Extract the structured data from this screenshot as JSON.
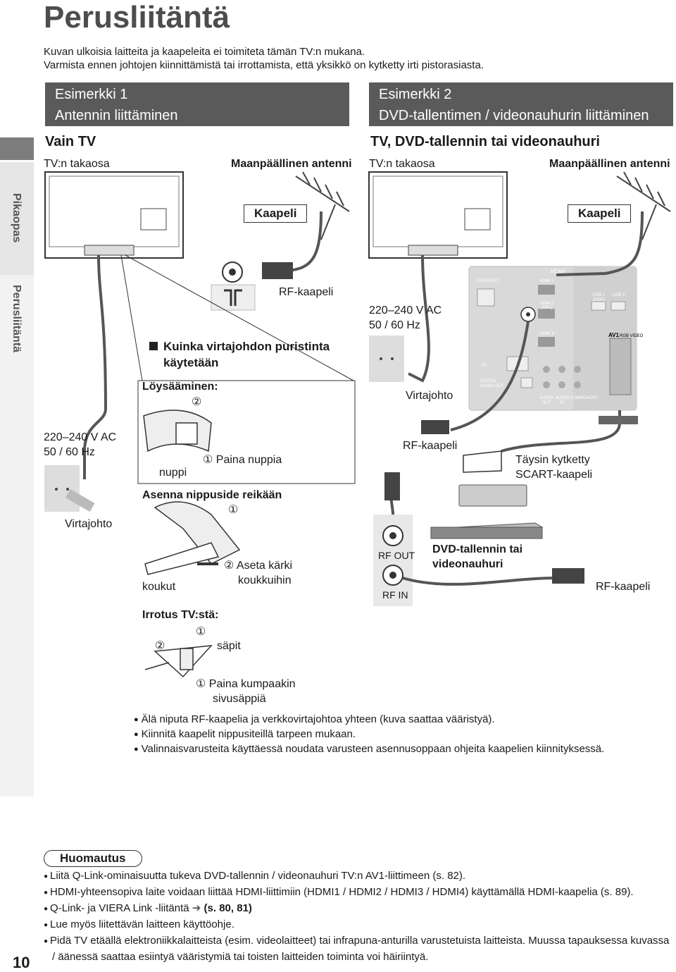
{
  "page": {
    "title": "Perusliitäntä",
    "intro_line1": "Kuvan ulkoisia laitteita ja kaapeleita ei toimiteta tämän TV:n mukana.",
    "intro_line2": "Varmista ennen johtojen kiinnittämistä tai irrottamista, että yksikkö on kytketty irti pistorasiasta.",
    "page_number": "10"
  },
  "sidebar": {
    "tab_pikaopas": "Pikaopas",
    "tab_perusliitanta": "Perusliitäntä"
  },
  "example1": {
    "title_line1": "Esimerkki 1",
    "title_line2": "Antennin liittäminen",
    "subhead": "Vain TV",
    "tv_back": "TV:n takaosa",
    "antenna": "Maanpäällinen antenni",
    "cable_box": "Kaapeli",
    "rf_cable": "RF-kaapeli",
    "voltage_line1": "220–240 V AC",
    "voltage_line2": "50 / 60 Hz",
    "power_cord": "Virtajohto"
  },
  "example2": {
    "title_line1": "Esimerkki 2",
    "title_line2": "DVD-tallentimen / videonauhurin liittäminen",
    "subhead": "TV, DVD-tallennin tai videonauhuri",
    "tv_back": "TV:n takaosa",
    "antenna": "Maanpäällinen antenni",
    "cable_box": "Kaapeli",
    "voltage_line1": "220–240 V AC",
    "voltage_line2": "50 / 60 Hz",
    "power_cord": "Virtajohto",
    "rf_cable_top": "RF-kaapeli",
    "scart_line1": "Täysin kytketty",
    "scart_line2": "SCART-kaapeli",
    "rf_out": "RF OUT",
    "rf_in": "RF IN",
    "dvd_line1": "DVD-tallennin tai",
    "dvd_line2": "videonauhuri",
    "rf_cable_bottom": "RF-kaapeli",
    "panel": {
      "hdmi": "HDMI",
      "ethernet": "ETHERNET",
      "hdmi1": "HDMI 1",
      "hdmi2": "HDMI 2",
      "arc": "(ARC)",
      "hdmi3": "HDMI 3",
      "usb1": "USB 1",
      "hdd": "(HDD)",
      "usb2": "USB 2",
      "av1": "AV1",
      "rgb_video": "RGB VIDEO",
      "pc": "PC",
      "digital_audio_line1": "DIGITAL",
      "digital_audio_line2": "AUDIO OUT",
      "audio_out_line1": "AUDIO",
      "audio_out_line2": "OUT",
      "audio_in_line1": "AUDIO",
      "audio_in_line2": "IN",
      "component": "COMPONENT"
    }
  },
  "clamp": {
    "heading_line1": "Kuinka virtajohdon puristinta",
    "heading_line2": "käytetään",
    "release": "Löysääminen:",
    "step2": "②",
    "step1": "①",
    "press_knob": "Paina nuppia",
    "knob": "nuppi",
    "install": "Asenna nippuside reikään",
    "insert_tip_line1": "Aseta kärki",
    "insert_tip_line2": "koukkuihin",
    "hooks": "koukut",
    "detach": "Irrotus TV:stä:",
    "tabs": "säpit",
    "press_both_line1": "Paina kumpaakin",
    "press_both_line2": "sivusäppiä"
  },
  "bullets": [
    "Älä niputa RF-kaapelia ja verkkovirtajohtoa yhteen (kuva saattaa vääristyä).",
    "Kiinnitä kaapelit nippusiteillä tarpeen mukaan.",
    "Valinnaisvarusteita käyttäessä noudata varusteen asennusoppaan ohjeita kaapelien kiinnityksessä."
  ],
  "notes": {
    "title": "Huomautus",
    "items": [
      "Liitä Q-Link-ominaisuutta tukeva DVD-tallennin / videonauhuri TV:n AV1-liittimeen (s. 82).",
      "HDMI-yhteensopiva laite voidaan liittää HDMI-liittimiin (HDMI1 / HDMI2 / HDMI3 / HDMI4) käyttämällä HDMI-kaapelia (s. 89).",
      "Lue myös liitettävän laitteen käyttöohje.",
      "Pidä TV etäällä elektroniikkalaitteista (esim. videolaitteet) tai infrapuna-anturilla varustetuista laitteista. Muussa tapauksessa kuvassa / äänessä saattaa esiintyä vääristymiä tai toisten laitteiden toiminta voi häiriintyä."
    ],
    "qlink_prefix": "Q-Link- ja VIERA Link -liitäntä",
    "qlink_ref": "(s. 80, 81)"
  }
}
